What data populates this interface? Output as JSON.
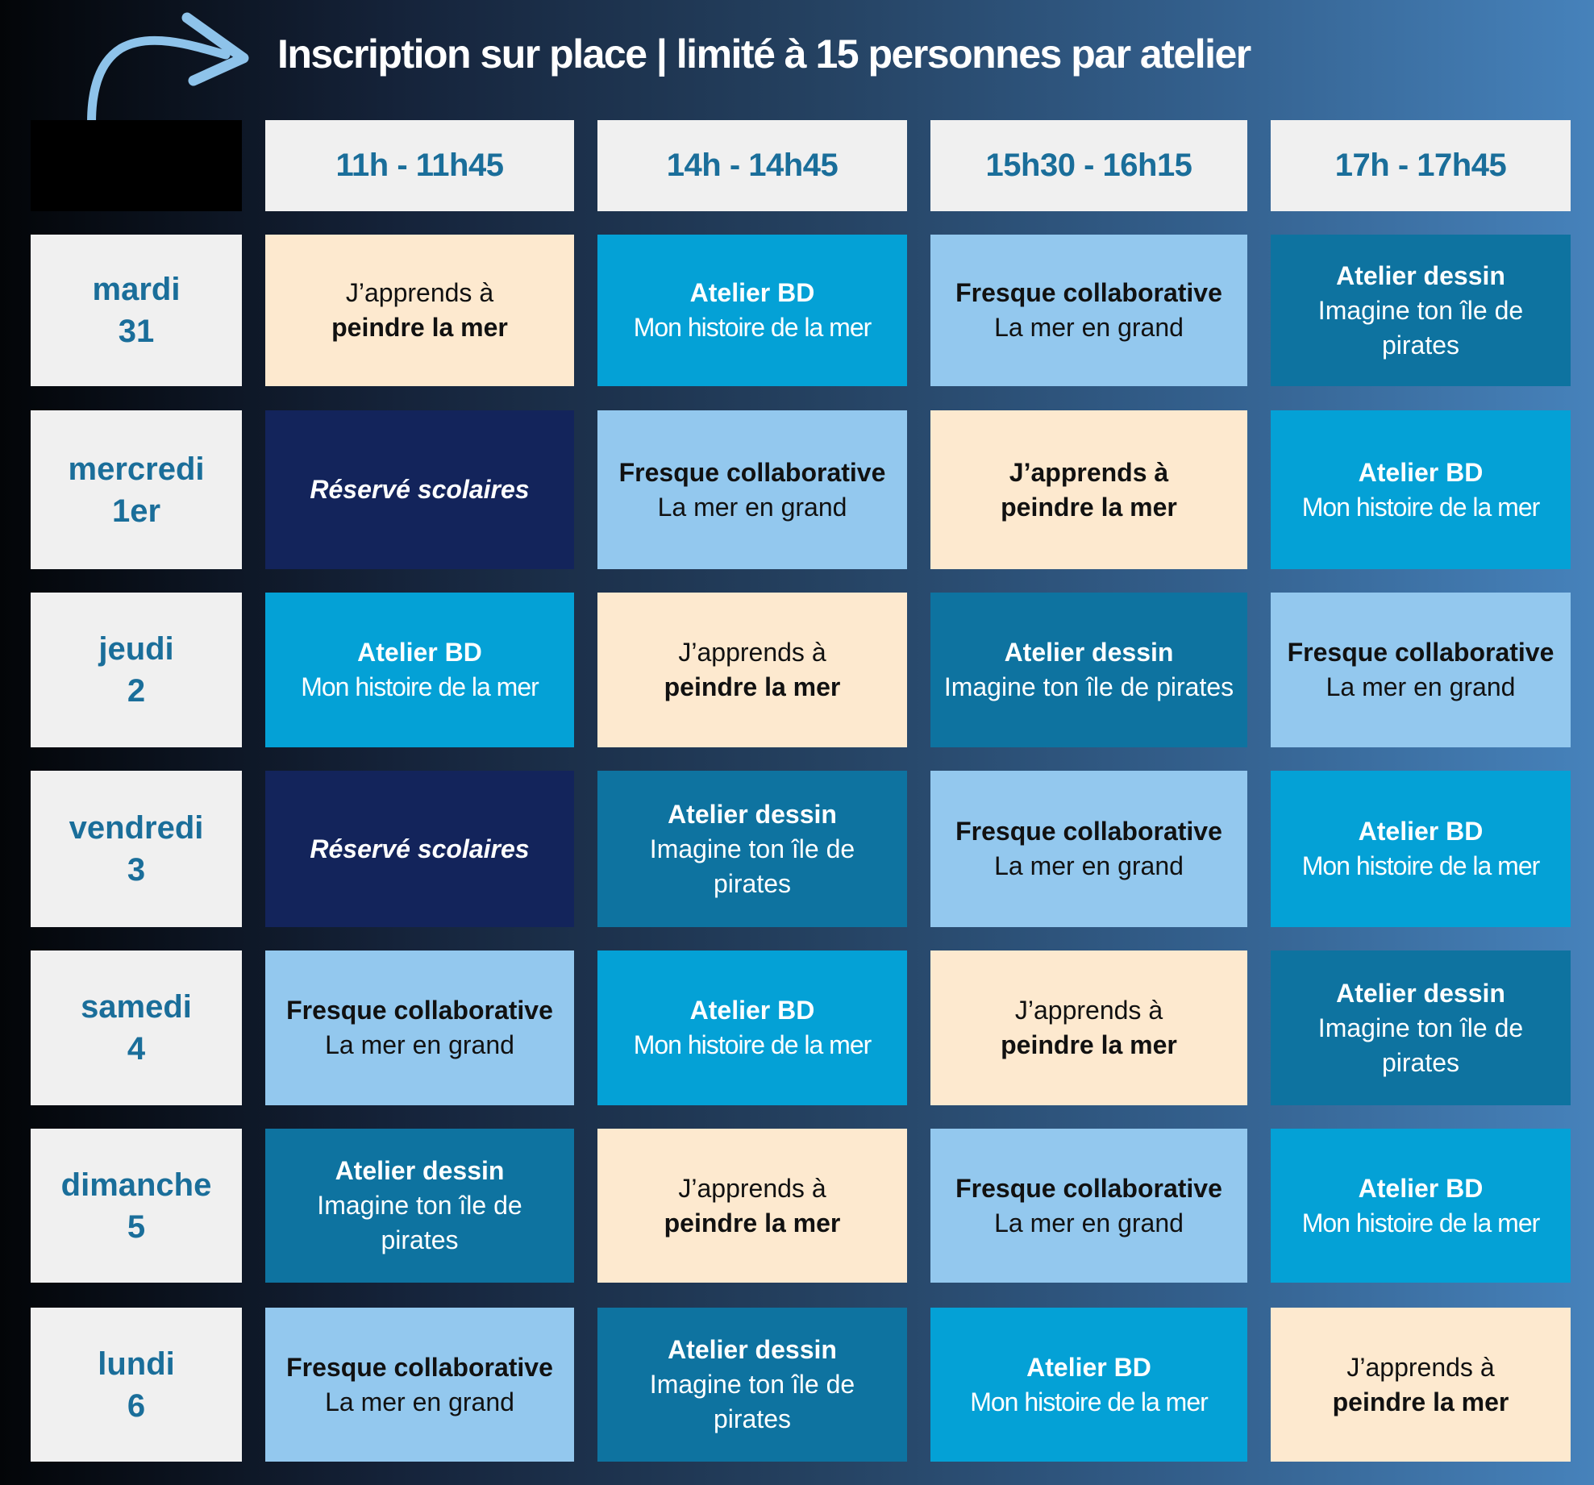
{
  "title": "Inscription sur place |  limité à 15 personnes par atelier",
  "times": [
    "11h - 11h45",
    "14h - 14h45",
    "15h30 - 16h15",
    "17h - 17h45"
  ],
  "colors": {
    "cream": "#fde9cf",
    "bright_blue": "#04a1d6",
    "light_blue": "#93c8ee",
    "mid_blue": "#0e73a0",
    "navy": "#13245b",
    "day_text": "#1a6e9a",
    "arrow": "#8ec3ea"
  },
  "workshops": {
    "peindre": {
      "title": "J’apprends à",
      "subtitle": "peindre la mer"
    },
    "peindre-bold": {
      "title": "J’apprends à",
      "subtitle": "peindre la mer"
    },
    "bd": {
      "title": "Atelier BD",
      "subtitle": "Mon histoire de la mer"
    },
    "fresque": {
      "title": "Fresque collaborative",
      "subtitle": "La mer en grand"
    },
    "dessin": {
      "title": "Atelier dessin",
      "subtitle": "Imagine ton île de pirates"
    },
    "scolaires": {
      "title": "Réservé scolaires",
      "subtitle": ""
    }
  },
  "days": [
    {
      "name": "mardi",
      "num": "31",
      "slots": [
        "peindre",
        "bd",
        "fresque",
        "dessin"
      ]
    },
    {
      "name": "mercredi",
      "num": "1er",
      "slots": [
        "scolaires",
        "fresque",
        "peindre-bold",
        "bd"
      ]
    },
    {
      "name": "jeudi",
      "num": "2",
      "slots": [
        "bd",
        "peindre",
        "dessin",
        "fresque"
      ]
    },
    {
      "name": "vendredi",
      "num": "3",
      "slots": [
        "scolaires",
        "dessin",
        "fresque",
        "bd"
      ]
    },
    {
      "name": "samedi",
      "num": "4",
      "slots": [
        "fresque",
        "bd",
        "peindre",
        "dessin"
      ]
    },
    {
      "name": "dimanche",
      "num": "5",
      "slots": [
        "dessin",
        "peindre",
        "fresque",
        "bd"
      ]
    },
    {
      "name": "lundi",
      "num": "6",
      "slots": [
        "fresque",
        "dessin",
        "bd",
        "peindre"
      ]
    }
  ]
}
